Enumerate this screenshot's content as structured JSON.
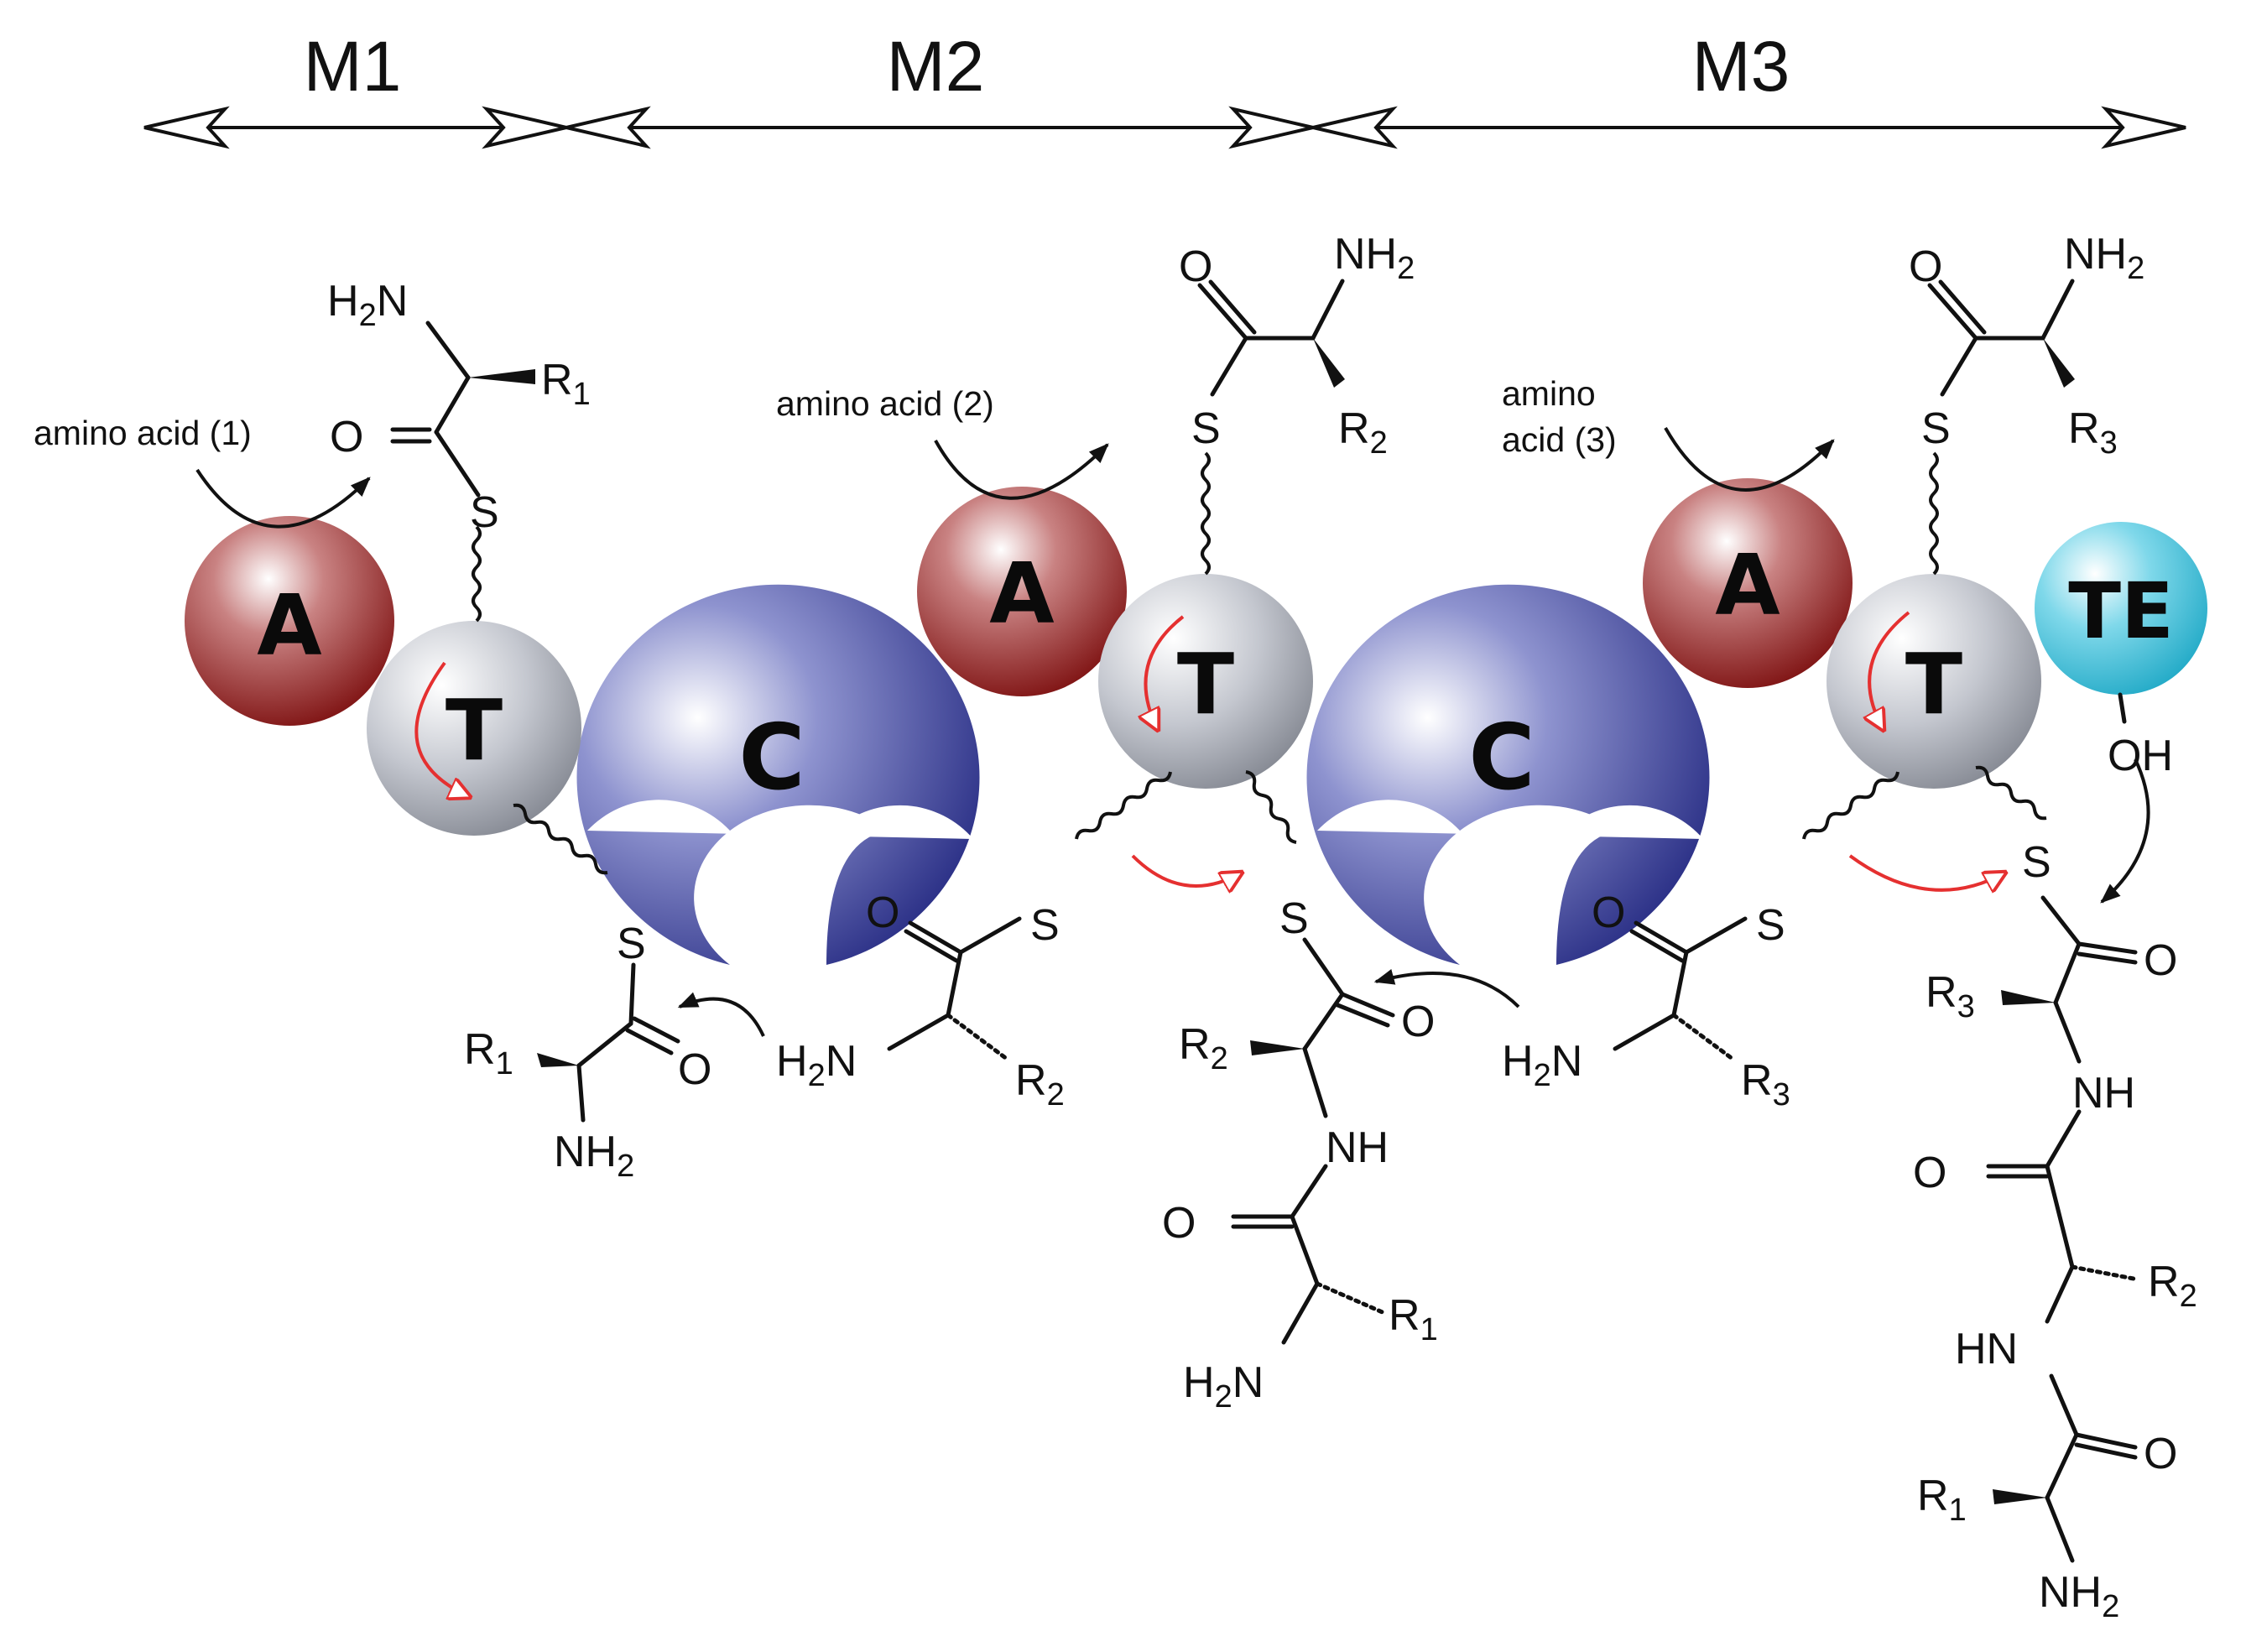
{
  "modules": [
    {
      "label": "M1"
    },
    {
      "label": "M2"
    },
    {
      "label": "M3"
    }
  ],
  "domains": {
    "A1": "A",
    "T1": "T",
    "C1": "C",
    "A2": "A",
    "T2": "T",
    "C2": "C",
    "A3": "A",
    "T3": "T",
    "TE": "TE"
  },
  "inputs": {
    "aa1": "amino acid (1)",
    "aa2": "amino acid (2)",
    "aa3_line1": "amino",
    "aa3_line2": "acid (3)"
  },
  "atoms": {
    "S": "S",
    "O": "O",
    "NH": "NH",
    "HN": "HN",
    "OH": "OH",
    "NH2_main": "NH",
    "NH2_sub": "2",
    "H2N_pre": "H",
    "H2N_sub": "2",
    "H2N_post": "N",
    "R": "R",
    "sub1": "1",
    "sub2": "2",
    "sub3": "3"
  },
  "colors": {
    "adenylation": "#8b1a1a",
    "thiolation": "#9a9da6",
    "condensation": "#1e2580",
    "thioesterase": "#36b6d0",
    "transfer_arrow": "#e53030"
  }
}
